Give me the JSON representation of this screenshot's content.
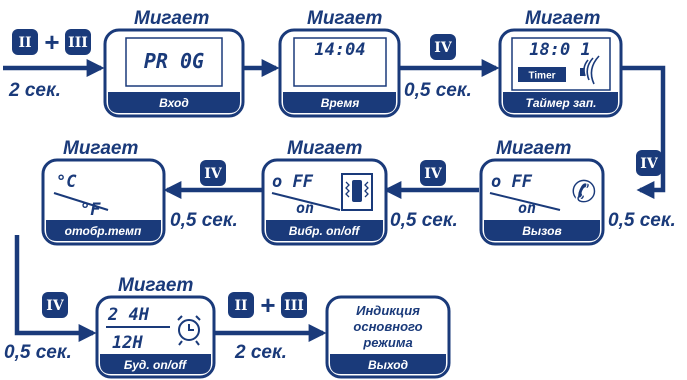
{
  "blink_label": "Мигает",
  "buttons": {
    "II": "II",
    "III": "III",
    "IV": "IV"
  },
  "plus": "+",
  "times": {
    "two_sec": "2 сек.",
    "half_sec": "0,5 сек."
  },
  "screens": {
    "entry": {
      "display": "PR 0G",
      "caption": "Вход"
    },
    "time": {
      "display": "14:04",
      "caption": "Время"
    },
    "timer": {
      "display": "18:0 1",
      "badge": "Timer",
      "caption": "Таймер зап."
    },
    "call": {
      "display_top": "o FF",
      "display_bottom": "on",
      "caption": "Вызов"
    },
    "vibro": {
      "display_top": "o FF",
      "display_bottom": "on",
      "caption": "Вибр. on/off"
    },
    "temp": {
      "display_top": "°C",
      "display_bottom": "°F",
      "caption": "отобр.темп"
    },
    "hour": {
      "display_top": "2 4H",
      "display_bottom": "12H",
      "caption": "Буд. on/off"
    },
    "exit": {
      "line1": "Индикция",
      "line2": "основного",
      "line3": "режима",
      "caption": "Выход"
    }
  },
  "colors": {
    "navy": "#1a3a7a",
    "light": "#dfe7f3"
  }
}
